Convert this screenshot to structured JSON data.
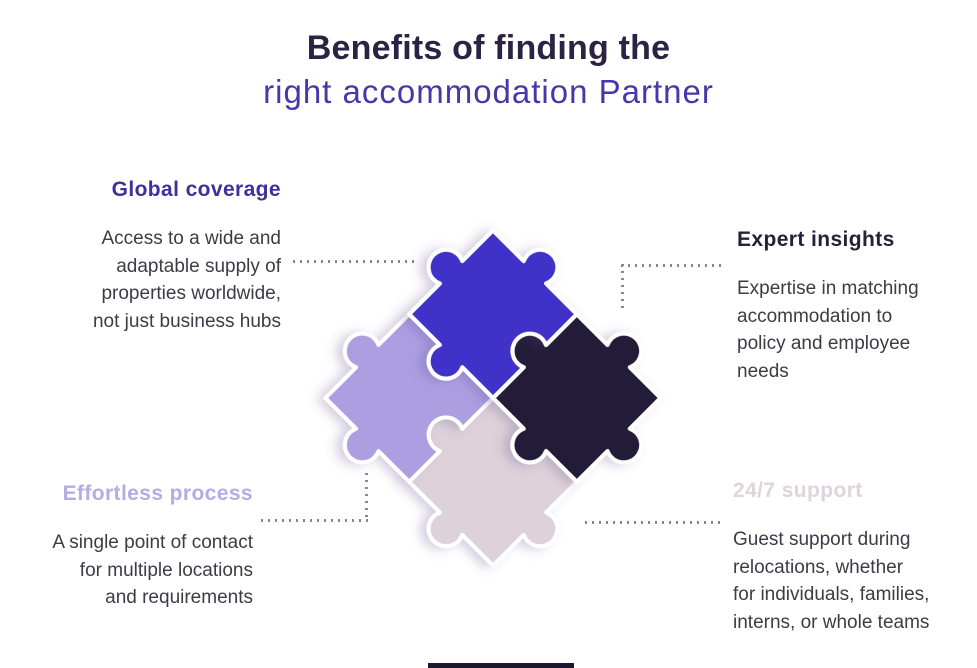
{
  "title": {
    "line1": "Benefits of finding the",
    "line2": "right accommodation Partner",
    "line1_color": "#2b2343",
    "line2_color": "#4738a9"
  },
  "sections": {
    "global_coverage": {
      "heading": "Global coverage",
      "heading_color": "#41309c",
      "body": "Access to a wide and\nadaptable supply of\nproperties worldwide,\nnot just business hubs"
    },
    "expert_insights": {
      "heading": "Expert insights",
      "heading_color": "#272039",
      "body": "Expertise in matching\naccommodation to\npolicy and employee\nneeds"
    },
    "effortless_process": {
      "heading": "Effortless process",
      "heading_color": "#b5abe5",
      "body": "A single point of contact\nfor multiple locations\nand requirements"
    },
    "support": {
      "heading": "24/7 support",
      "heading_color": "#ddd4dc",
      "body": "Guest support during\nrelocations, whether\nfor individuals, families,\ninterns, or whole teams"
    }
  },
  "puzzle": {
    "pieces": {
      "top": {
        "name": "top-puzzle-piece",
        "color": "#3f30c9"
      },
      "right": {
        "name": "right-puzzle-piece",
        "color": "#231a38"
      },
      "left": {
        "name": "left-puzzle-piece",
        "color": "#ab9fe2"
      },
      "bottom": {
        "name": "bottom-puzzle-piece",
        "color": "#ddd2d9"
      }
    }
  },
  "decor": {
    "body_text_color": "#3e3b46",
    "dotted_line_color": "#8a8691",
    "bottom_bar_color": "#191931"
  }
}
